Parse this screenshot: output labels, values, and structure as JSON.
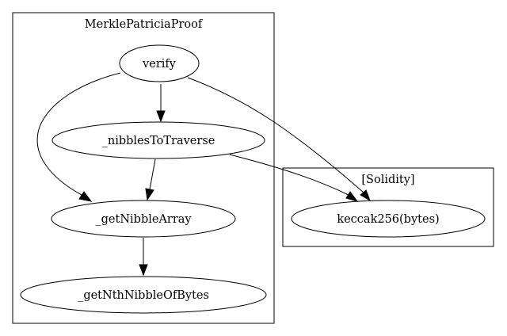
{
  "clusters": {
    "main": {
      "label": "MerklePatriciaProof"
    },
    "solidity": {
      "label": "[Solidity]"
    }
  },
  "nodes": {
    "verify": "verify",
    "nibblesToTraverse": "_nibblesToTraverse",
    "getNibbleArray": "_getNibbleArray",
    "getNthNibbleOfBytes": "_getNthNibbleOfBytes",
    "keccak256": "keccak256(bytes)"
  },
  "edges": [
    {
      "from": "verify",
      "to": "_nibblesToTraverse"
    },
    {
      "from": "verify",
      "to": "_getNibbleArray"
    },
    {
      "from": "verify",
      "to": "keccak256(bytes)"
    },
    {
      "from": "_nibblesToTraverse",
      "to": "_getNibbleArray"
    },
    {
      "from": "_nibblesToTraverse",
      "to": "keccak256(bytes)"
    },
    {
      "from": "_getNibbleArray",
      "to": "_getNthNibbleOfBytes"
    }
  ]
}
